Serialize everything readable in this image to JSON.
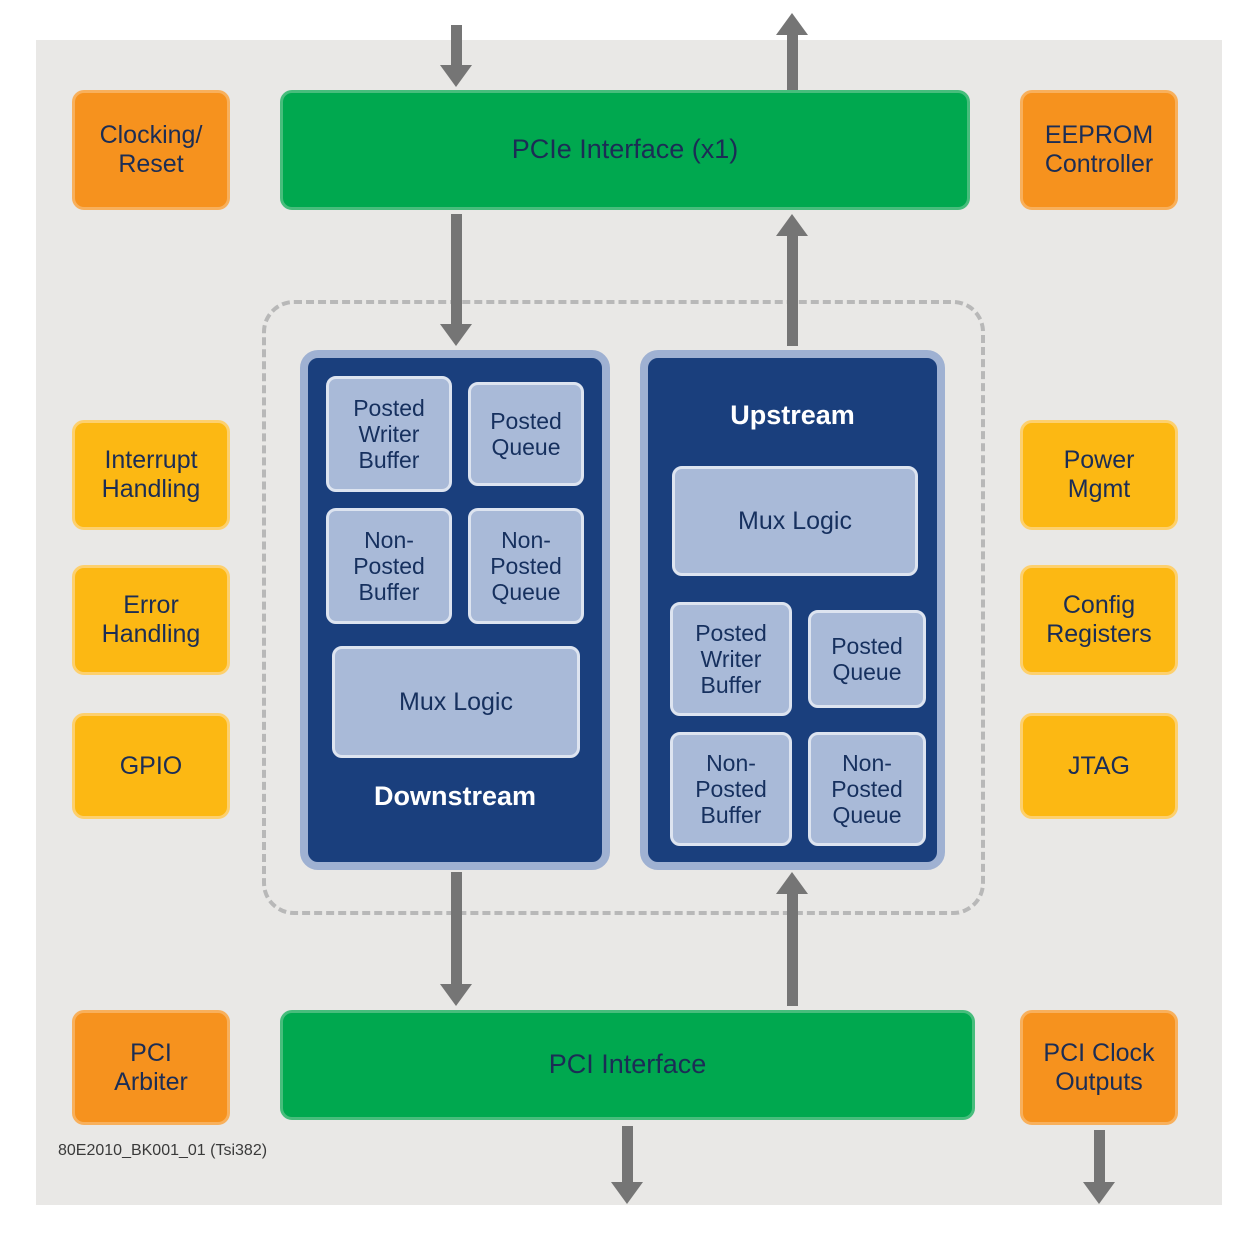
{
  "colors": {
    "panel_bg": "#e9e8e6",
    "green": "#00a84f",
    "orange": "#f6921e",
    "yellow": "#fcb813",
    "navy": "#1a3f7d",
    "subblock_blue": "#a9bad8",
    "arrow_gray": "#757575"
  },
  "caption": "80E2010_BK001_01 (Tsi382)",
  "interfaces": {
    "pcie": "PCIe Interface (x1)",
    "pci": "PCI Interface"
  },
  "peripherals": {
    "clocking_reset": "Clocking/\nReset",
    "eeprom_controller": "EEPROM\nController",
    "interrupt_handling": "Interrupt\nHandling",
    "error_handling": "Error\nHandling",
    "gpio": "GPIO",
    "power_mgmt": "Power\nMgmt",
    "config_registers": "Config\nRegisters",
    "jtag": "JTAG",
    "pci_arbiter": "PCI\nArbiter",
    "pci_clock_outputs": "PCI Clock\nOutputs"
  },
  "downstream": {
    "title": "Downstream",
    "posted_writer_buffer": "Posted\nWriter\nBuffer",
    "posted_queue": "Posted\nQueue",
    "non_posted_buffer": "Non-\nPosted\nBuffer",
    "non_posted_queue": "Non-\nPosted\nQueue",
    "mux_logic": "Mux Logic"
  },
  "upstream": {
    "title": "Upstream",
    "mux_logic": "Mux Logic",
    "posted_writer_buffer": "Posted\nWriter\nBuffer",
    "posted_queue": "Posted\nQueue",
    "non_posted_buffer": "Non-\nPosted\nBuffer",
    "non_posted_queue": "Non-\nPosted\nQueue"
  }
}
